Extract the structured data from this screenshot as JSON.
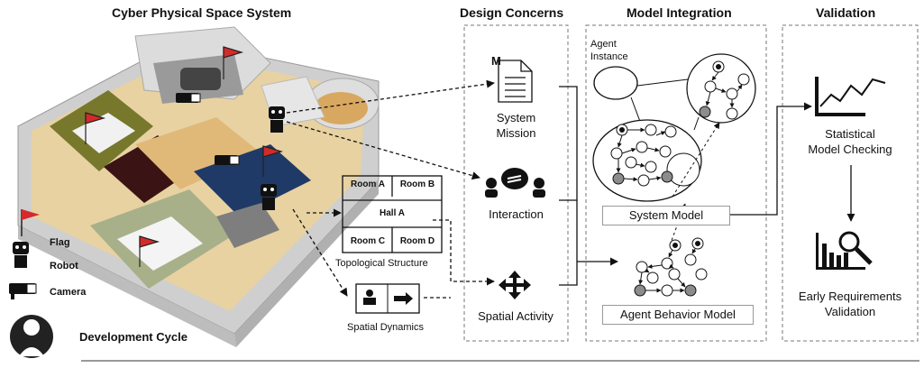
{
  "sections": {
    "cps": "Cyber Physical Space System",
    "design": "Design Concerns",
    "integration": "Model Integration",
    "validation": "Validation"
  },
  "rooms": {
    "a": "Room A",
    "b": "Room B",
    "hall": "Hall A",
    "c": "Room C",
    "d": "Room D"
  },
  "labels": {
    "topological": "Topological Structure",
    "spatial_dynamics": "Spatial Dynamics",
    "system_mission_1": "System",
    "system_mission_2": "Mission",
    "mission_icon": "M",
    "interaction": "Interaction",
    "spatial_activity": "Spatial Activity",
    "agent_instance_1": "Agent",
    "agent_instance_2": "Instance",
    "system_model": "System Model",
    "agent_behavior_model": "Agent Behavior Model",
    "smc_1": "Statistical",
    "smc_2": "Model Checking",
    "erv_1": "Early Requirements",
    "erv_2": "Validation",
    "dev_cycle": "Development Cycle"
  },
  "legend": {
    "flag": "Flag",
    "robot": "Robot",
    "camera": "Camera"
  },
  "colors": {
    "flag": "#d42a2a",
    "dark": "#1a1a1a",
    "node_gray": "#8c8c8c",
    "floor": "#e0c08a",
    "wall": "#d8d8d8",
    "blue_room": "#1f3a66",
    "olive_room": "#7a7a2e"
  }
}
